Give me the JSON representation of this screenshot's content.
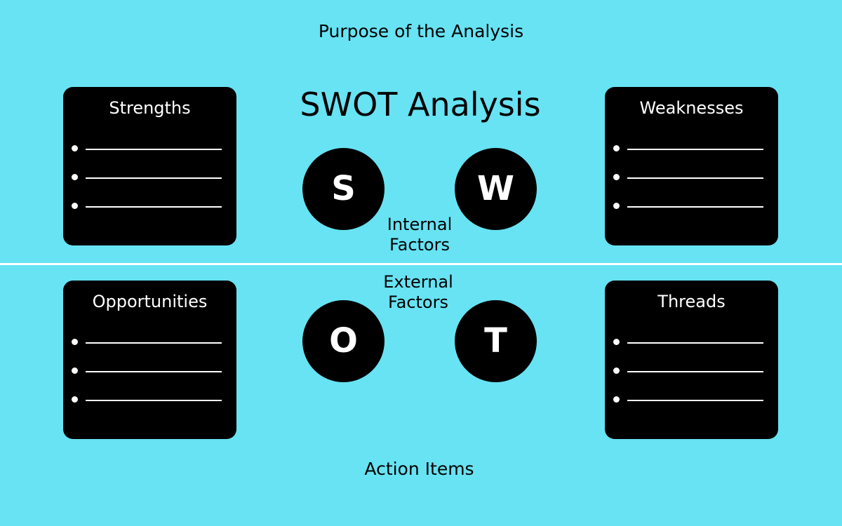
{
  "header": {
    "purpose_label": "Purpose of the Analysis",
    "title": "SWOT Analysis"
  },
  "footer": {
    "action_label": "Action Items"
  },
  "factors": {
    "internal": "Internal\nFactors",
    "external": "External\nFactors"
  },
  "quadrants": {
    "strengths": {
      "title": "Strengths",
      "letter": "S",
      "bullet_count": 3
    },
    "weaknesses": {
      "title": "Weaknesses",
      "letter": "W",
      "bullet_count": 3
    },
    "opportunities": {
      "title": "Opportunities",
      "letter": "O",
      "bullet_count": 3
    },
    "threads": {
      "title": "Threads",
      "letter": "T",
      "bullet_count": 3
    }
  },
  "colors": {
    "background": "#67e3f3",
    "card": "#000000",
    "text_on_card": "#ffffff",
    "divider": "#ffffff"
  }
}
